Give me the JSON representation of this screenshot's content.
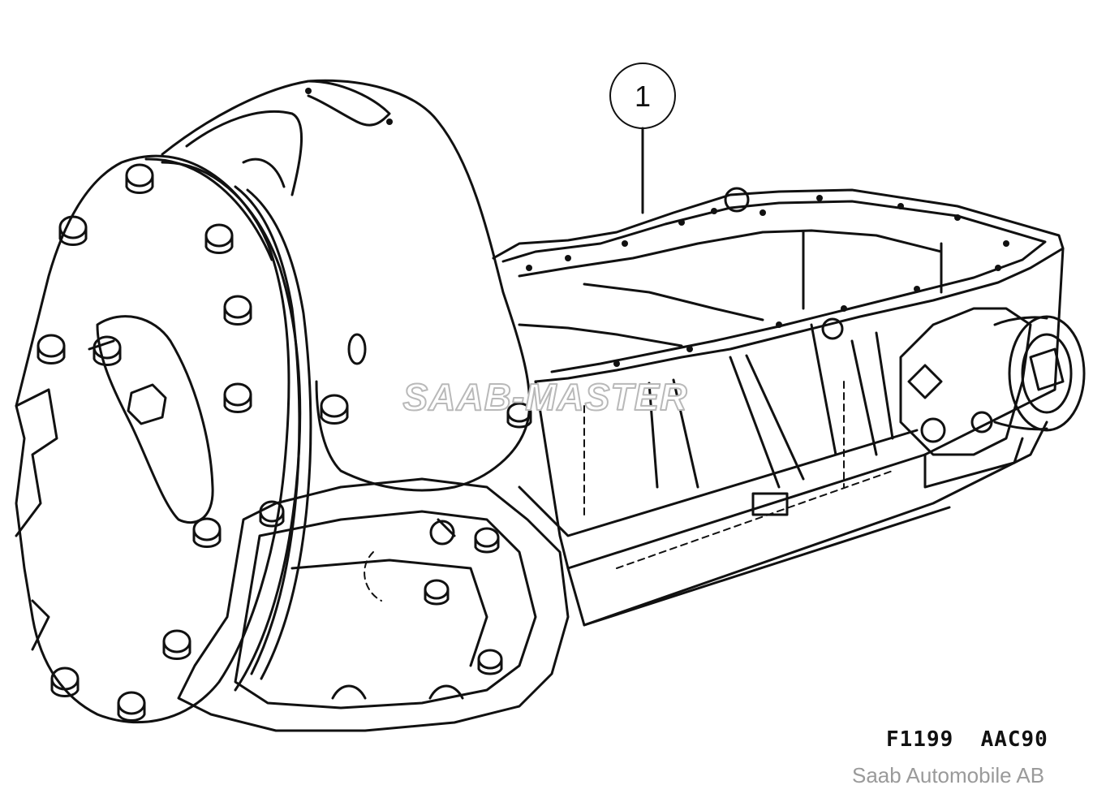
{
  "diagram": {
    "callout_number": "1",
    "figure_code": "F1199  AAC90",
    "watermark": "SAAB-MASTER",
    "copyright": "Saab Automobile AB"
  }
}
